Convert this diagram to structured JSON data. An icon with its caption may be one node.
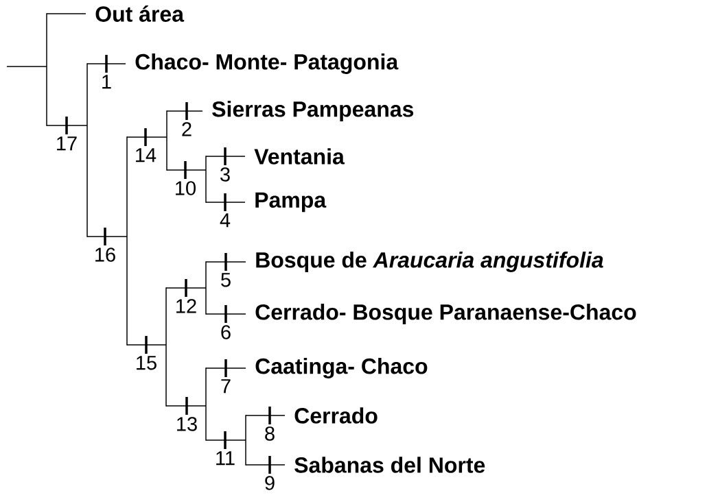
{
  "diagram": {
    "nodes": [
      {
        "text": [
          "Out área"
        ]
      },
      {
        "text": [
          "Chaco- Monte- Patagonia"
        ]
      },
      {
        "text": [
          "Sierras Pampeanas"
        ]
      },
      {
        "text": [
          "Ventania"
        ]
      },
      {
        "text": [
          "Pampa"
        ]
      },
      {
        "text": [
          "Bosque de *Araucaria angustifolia*"
        ]
      },
      {
        "text": [
          "Cerrado- Bosque Paranaense-Chaco"
        ]
      },
      {
        "text": [
          "Caatinga- Chaco"
        ]
      },
      {
        "text": [
          "Cerrado"
        ]
      },
      {
        "text": [
          "Sabanas del Norte"
        ]
      },
      {
        "text": [],
        "shape": "bar"
      },
      {
        "text": [],
        "shape": "bar"
      },
      {
        "text": [],
        "shape": "bar"
      },
      {
        "text": [],
        "shape": "bar"
      },
      {
        "text": [],
        "shape": "bar"
      },
      {
        "text": [],
        "shape": "bar"
      },
      {
        "text": [],
        "shape": "bar"
      },
      {
        "text": [],
        "shape": "bar"
      },
      {
        "text": [],
        "shape": "bar"
      }
    ],
    "edges": [
      {
        "from": null,
        "to": 10,
        "arrow": "none"
      },
      {
        "from": 10,
        "to": 0,
        "arrow": "none"
      },
      {
        "from": 10,
        "to": 11,
        "arrow": "none",
        "label": "17"
      },
      {
        "from": 11,
        "to": 1,
        "arrow": "none",
        "label": "1"
      },
      {
        "from": 11,
        "to": 12,
        "arrow": "none",
        "label": "16"
      },
      {
        "from": 12,
        "to": 13,
        "arrow": "none",
        "label": "14"
      },
      {
        "from": 13,
        "to": 2,
        "arrow": "none",
        "label": "2"
      },
      {
        "from": 13,
        "to": 14,
        "arrow": "none",
        "label": "10"
      },
      {
        "from": 14,
        "to": 3,
        "arrow": "none",
        "label": "3"
      },
      {
        "from": 14,
        "to": 4,
        "arrow": "none",
        "label": "4"
      },
      {
        "from": 12,
        "to": 15,
        "arrow": "none",
        "label": "15"
      },
      {
        "from": 15,
        "to": 16,
        "arrow": "none",
        "label": "12"
      },
      {
        "from": 16,
        "to": 5,
        "arrow": "none",
        "label": "5"
      },
      {
        "from": 16,
        "to": 6,
        "arrow": "none",
        "label": "6"
      },
      {
        "from": 15,
        "to": 17,
        "arrow": "none",
        "label": "13"
      },
      {
        "from": 17,
        "to": 7,
        "arrow": "none",
        "label": "7"
      },
      {
        "from": 17,
        "to": 18,
        "arrow": "none",
        "label": "11"
      },
      {
        "from": 18,
        "to": 8,
        "arrow": "none",
        "label": "8"
      },
      {
        "from": 18,
        "to": 9,
        "arrow": "none",
        "label": "9"
      }
    ]
  }
}
